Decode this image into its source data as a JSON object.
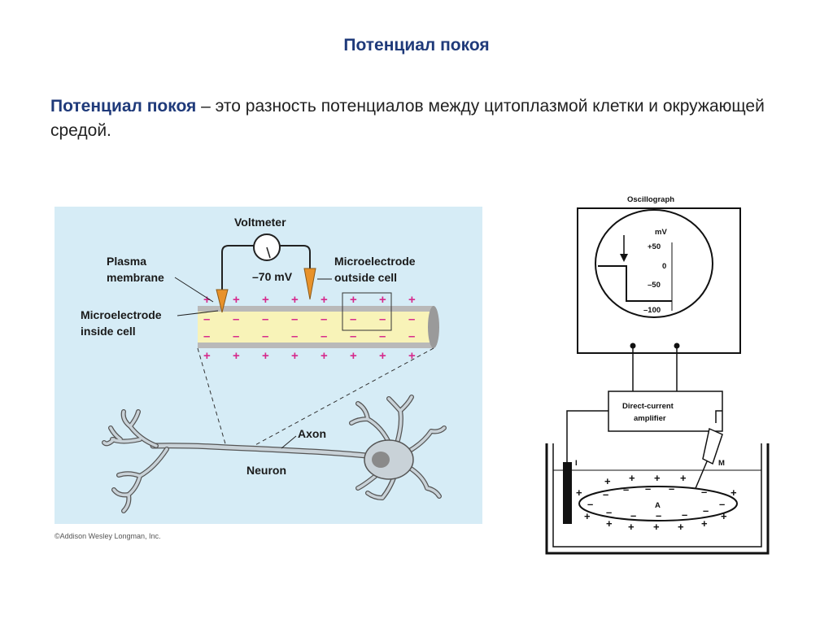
{
  "slide": {
    "title": "Потенциал покоя",
    "definition_term": "Потенциал покоя",
    "definition_rest": " – это разность потенциалов между цитоплазмой клетки и окружающей средой."
  },
  "left_figure": {
    "voltmeter_label": "Voltmeter",
    "voltage_reading": "–70 mV",
    "plasma_membrane_line1": "Plasma",
    "plasma_membrane_line2": "membrane",
    "electrode_outside_line1": "Microelectrode",
    "electrode_outside_line2": "outside cell",
    "electrode_inside_line1": "Microelectrode",
    "electrode_inside_line2": "inside cell",
    "axon_label": "Axon",
    "neuron_label": "Neuron",
    "copyright": "©Addison Wesley Longman, Inc.",
    "plus_sign": "+",
    "minus_sign": "–"
  },
  "right_figure": {
    "oscillograph_label": "Oscillograph",
    "scale_unit": "mV",
    "scale_ticks": [
      "+50",
      "0",
      "–50",
      "–100"
    ],
    "amplifier_line1": "Direct-current",
    "amplifier_line2": "amplifier",
    "electrode_I": "I",
    "electrode_M": "M",
    "cell_label": "A",
    "plus_sign": "+",
    "minus_sign": "–"
  },
  "colors": {
    "title": "#1f3a7a",
    "panel_bg": "#d6ecf6",
    "axon_fill": "#f8f3b8",
    "charge": "#d62a8c",
    "electrode": "#e8922a"
  }
}
